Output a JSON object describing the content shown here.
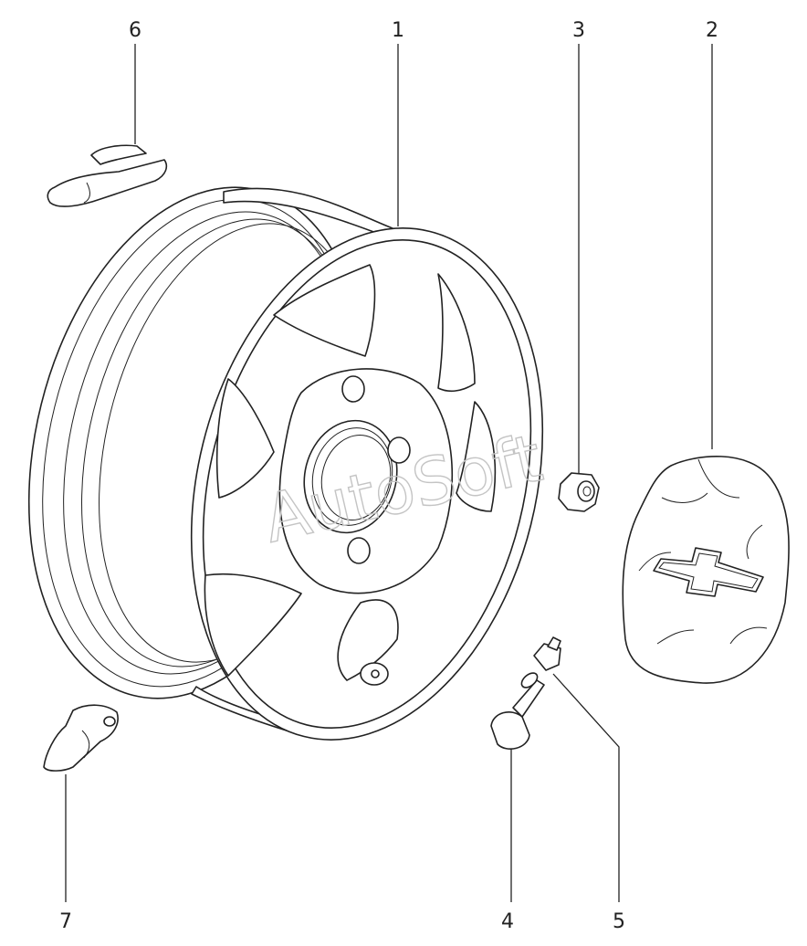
{
  "diagram": {
    "watermark": "AutoSoft",
    "callouts": [
      {
        "id": "1",
        "text": "1"
      },
      {
        "id": "2",
        "text": "2"
      },
      {
        "id": "3",
        "text": "3"
      },
      {
        "id": "4",
        "text": "4"
      },
      {
        "id": "5",
        "text": "5"
      },
      {
        "id": "6",
        "text": "6"
      },
      {
        "id": "7",
        "text": "7"
      }
    ]
  }
}
